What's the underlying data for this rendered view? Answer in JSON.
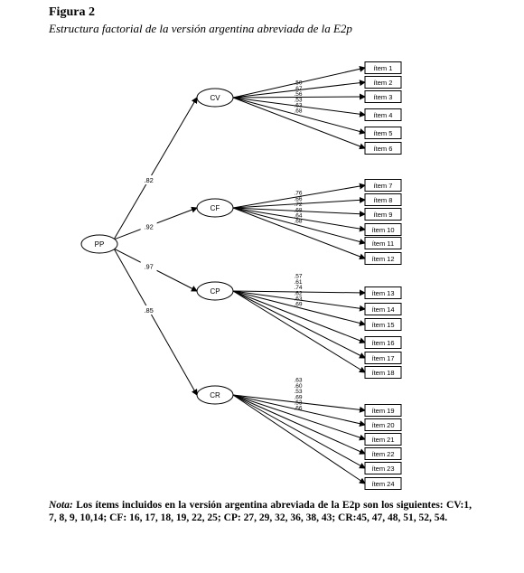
{
  "figure": {
    "label": "Figura 2",
    "title": "Estructura factorial de la versión argentina abreviada de la E2p"
  },
  "root": {
    "label": "PP"
  },
  "factors": [
    {
      "label": "CV",
      "loading": ".82",
      "items": [
        {
          "label": "ítem 1",
          "loading": ".50"
        },
        {
          "label": "ítem 2",
          "loading": ".67"
        },
        {
          "label": "ítem 3",
          "loading": ".56"
        },
        {
          "label": "ítem 4",
          "loading": ".53"
        },
        {
          "label": "ítem 5",
          "loading": ".63"
        },
        {
          "label": "ítem 6",
          "loading": ".68"
        }
      ]
    },
    {
      "label": "CF",
      "loading": ".92",
      "items": [
        {
          "label": "ítem 7",
          "loading": ".76"
        },
        {
          "label": "ítem 8",
          "loading": ".66"
        },
        {
          "label": "ítem 9",
          "loading": ".72"
        },
        {
          "label": "ítem 10",
          "loading": ".68"
        },
        {
          "label": "ítem 11",
          "loading": ".64"
        },
        {
          "label": "ítem 12",
          "loading": ".68"
        }
      ]
    },
    {
      "label": "CP",
      "loading": ".97",
      "items": [
        {
          "label": "ítem 13",
          "loading": ".57"
        },
        {
          "label": "ítem 14",
          "loading": ".61"
        },
        {
          "label": "ítem 15",
          "loading": ".74"
        },
        {
          "label": "ítem 16",
          "loading": ".62"
        },
        {
          "label": "ítem 17",
          "loading": ".63"
        },
        {
          "label": "ítem 18",
          "loading": ".69"
        }
      ]
    },
    {
      "label": "CR",
      "loading": ".85",
      "items": [
        {
          "label": "ítem 19",
          "loading": ".63"
        },
        {
          "label": "ítem 20",
          "loading": ".60"
        },
        {
          "label": "ítem 21",
          "loading": ".53"
        },
        {
          "label": "ítem 22",
          "loading": ".69"
        },
        {
          "label": "ítem 23",
          "loading": ".53"
        },
        {
          "label": "ítem 24",
          "loading": ".66"
        }
      ]
    }
  ],
  "note": {
    "lead": "Nota:",
    "text": " Los ítems incluidos en la versión argentina abreviada de la E2p son los siguientes: CV:1, 7, 8, 9, 10,14; CF: 16, 17, 18, 19, 22, 25; CP: 27, 29, 32, 36, 38, 43; CR:45, 47, 48, 51, 52, 54."
  }
}
